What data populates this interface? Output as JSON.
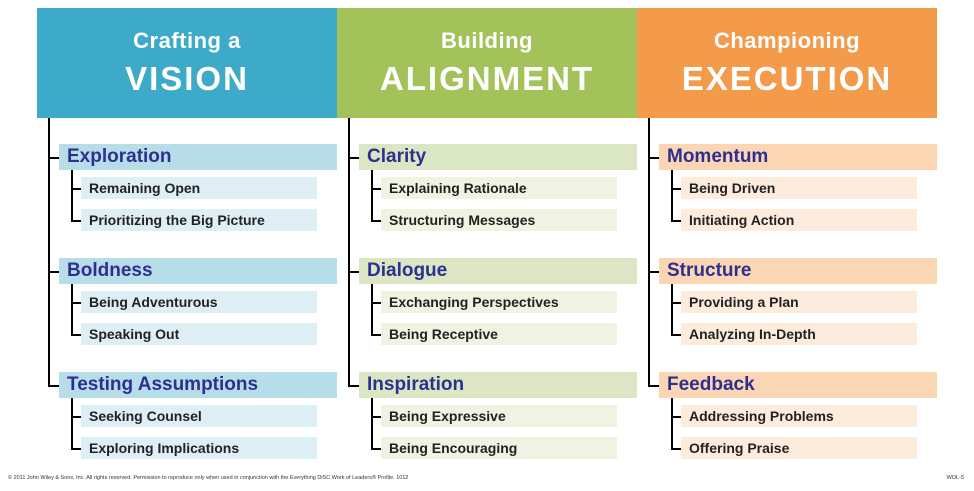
{
  "columns": [
    {
      "key": "vision",
      "line1": "Crafting a",
      "line2": "VISION",
      "header_color": "#3eaac9",
      "group_color": "#b7dde9",
      "item_color": "#ddeef5",
      "groups": [
        {
          "title": "Exploration",
          "items": [
            "Remaining Open",
            "Prioritizing the Big Picture"
          ]
        },
        {
          "title": "Boldness",
          "items": [
            "Being Adventurous",
            "Speaking Out"
          ]
        },
        {
          "title": "Testing Assumptions",
          "items": [
            "Seeking Counsel",
            "Exploring Implications"
          ]
        }
      ]
    },
    {
      "key": "alignment",
      "line1": "Building",
      "line2": "ALIGNMENT",
      "header_color": "#a4c25a",
      "group_color": "#dbe6c4",
      "item_color": "#eef3e2",
      "groups": [
        {
          "title": "Clarity",
          "items": [
            "Explaining Rationale",
            "Structuring Messages"
          ]
        },
        {
          "title": "Dialogue",
          "items": [
            "Exchanging Perspectives",
            "Being Receptive"
          ]
        },
        {
          "title": "Inspiration",
          "items": [
            "Being Expressive",
            "Being Encouraging"
          ]
        }
      ]
    },
    {
      "key": "execution",
      "line1": "Championing",
      "line2": "EXECUTION",
      "header_color": "#f39a4b",
      "group_color": "#fbd6b5",
      "item_color": "#fdebdc",
      "groups": [
        {
          "title": "Momentum",
          "items": [
            "Being Driven",
            "Initiating Action"
          ]
        },
        {
          "title": "Structure",
          "items": [
            "Providing a Plan",
            "Analyzing In-Depth"
          ]
        },
        {
          "title": "Feedback",
          "items": [
            "Addressing Problems",
            "Offering Praise"
          ]
        }
      ]
    }
  ],
  "footer": {
    "left": "© 2011 John Wiley & Sons, Inc. All rights reserved. Permission to reproduce only when used in conjunction with the Everything DiSC Work of Leaders® Profile. 1012",
    "right": "WOL-5"
  }
}
